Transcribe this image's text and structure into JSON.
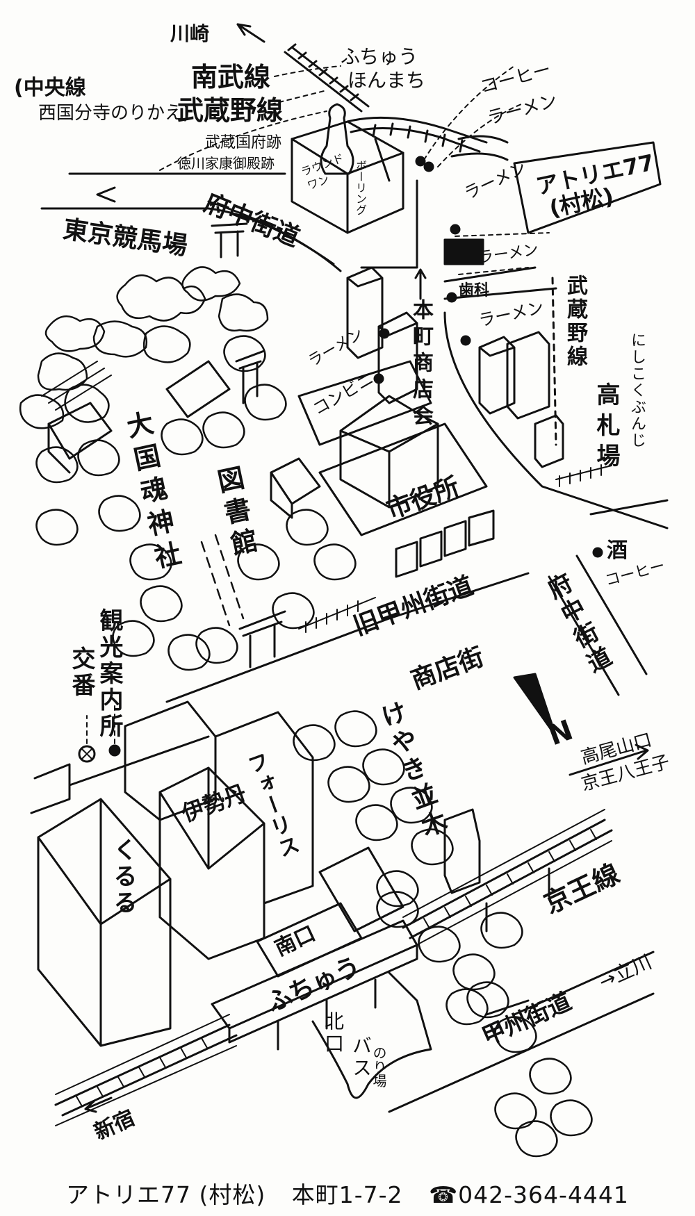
{
  "labels": {
    "kawasaki": "川崎",
    "nambu_line": "南武線",
    "fuchu_honmachi_1": "ふちゅう",
    "fuchu_honmachi_2": "ほんまち",
    "chuo_line": "(中央線",
    "nishikokubunji_transfer": "西国分寺のりかえ)",
    "musashino_line": "武蔵野線",
    "coffee_1": "コーヒー",
    "ramen_1": "ラーメン",
    "musashi_kokufu": "武蔵国府跡",
    "tokugawa_goten": "徳川家康御殿跡",
    "round1_a": "ラウンド",
    "round1_b": "ワン",
    "bowling": "ボーリング",
    "ramen_2": "ラーメン",
    "atelier_box_1": "アトリエ77",
    "atelier_box_2": "(村松)",
    "fuchu_kaido_top": "府中街道",
    "tokyo_keibajo": "東京競馬場",
    "ramen_3": "ラーメン",
    "dental": "歯科",
    "honmachi_shotenkai": "本町商店会",
    "ramen_4": "ラーメン",
    "musashino_line_right": "武蔵野線",
    "nishikokubunji_right": "にしこくぶんじ",
    "ramen_5": "ラーメン",
    "konbini": "コンビニ",
    "takafudaba": "高札場",
    "okunitama_jinja": "大国魂神社",
    "library": "図書館",
    "city_hall": "市役所",
    "sake": "酒",
    "coffee_2": "コーヒー",
    "fuchu_kaido_right": "府中街道",
    "kyu_koshu_kaido": "旧甲州街道",
    "shotengai": "商店街",
    "kanko_annaijo": "観光案内所",
    "koban": "交番",
    "keyaki_namiki": "けやき並木",
    "north_mark": "N",
    "takaosanguchi": "高尾山口",
    "keio_hachioji": "京王八王子",
    "isetan": "伊勢丹",
    "forest": "フォーリス",
    "kururu": "くるる",
    "keio_line": "京王線",
    "minamiguchi": "南口",
    "fuchu_station": "ふちゅう",
    "kitaguchi": "北口",
    "bus_noriba_1": "バス",
    "bus_noriba_2": "のり場",
    "koshu_kaido": "甲州街道",
    "tachikawa": "→立川",
    "shinjuku": "新宿"
  },
  "footer": {
    "name": "アトリエ77 (村松)",
    "address": "本町1-7-2",
    "phone": "☎042-364-4441"
  },
  "style": {
    "ink": "#111111",
    "paper": "#fdfdfb"
  }
}
